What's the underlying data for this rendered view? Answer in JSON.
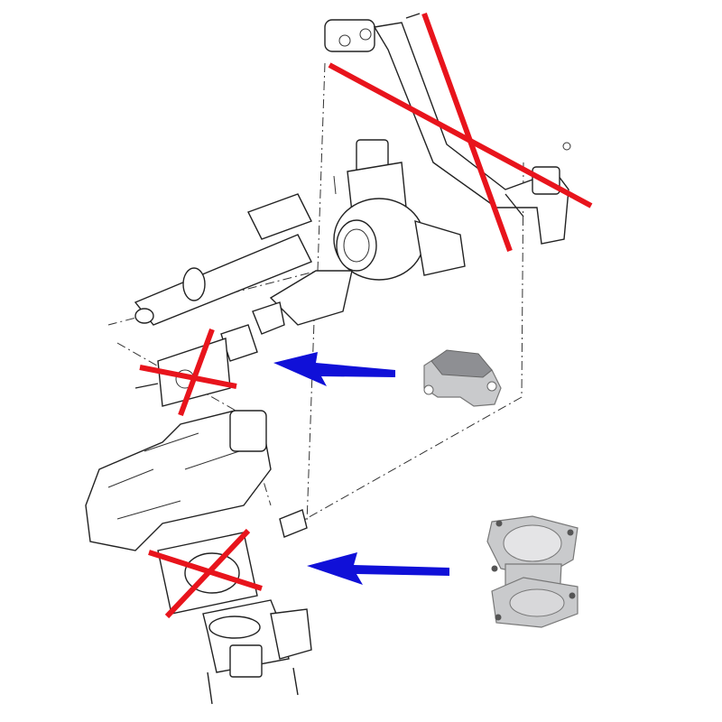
{
  "colors": {
    "cross_mark": "#e8141c",
    "arrow": "#1010d8",
    "line_art": "#222222",
    "metal_part": "#c9cacc"
  },
  "annotations": {
    "crossed_out_parts": [
      "egr-cooler-pipe",
      "egr-valve-gasket",
      "egr-valve"
    ],
    "replacement_parts": [
      "egr-blanking-plate",
      "egr-delete-spacer"
    ]
  }
}
